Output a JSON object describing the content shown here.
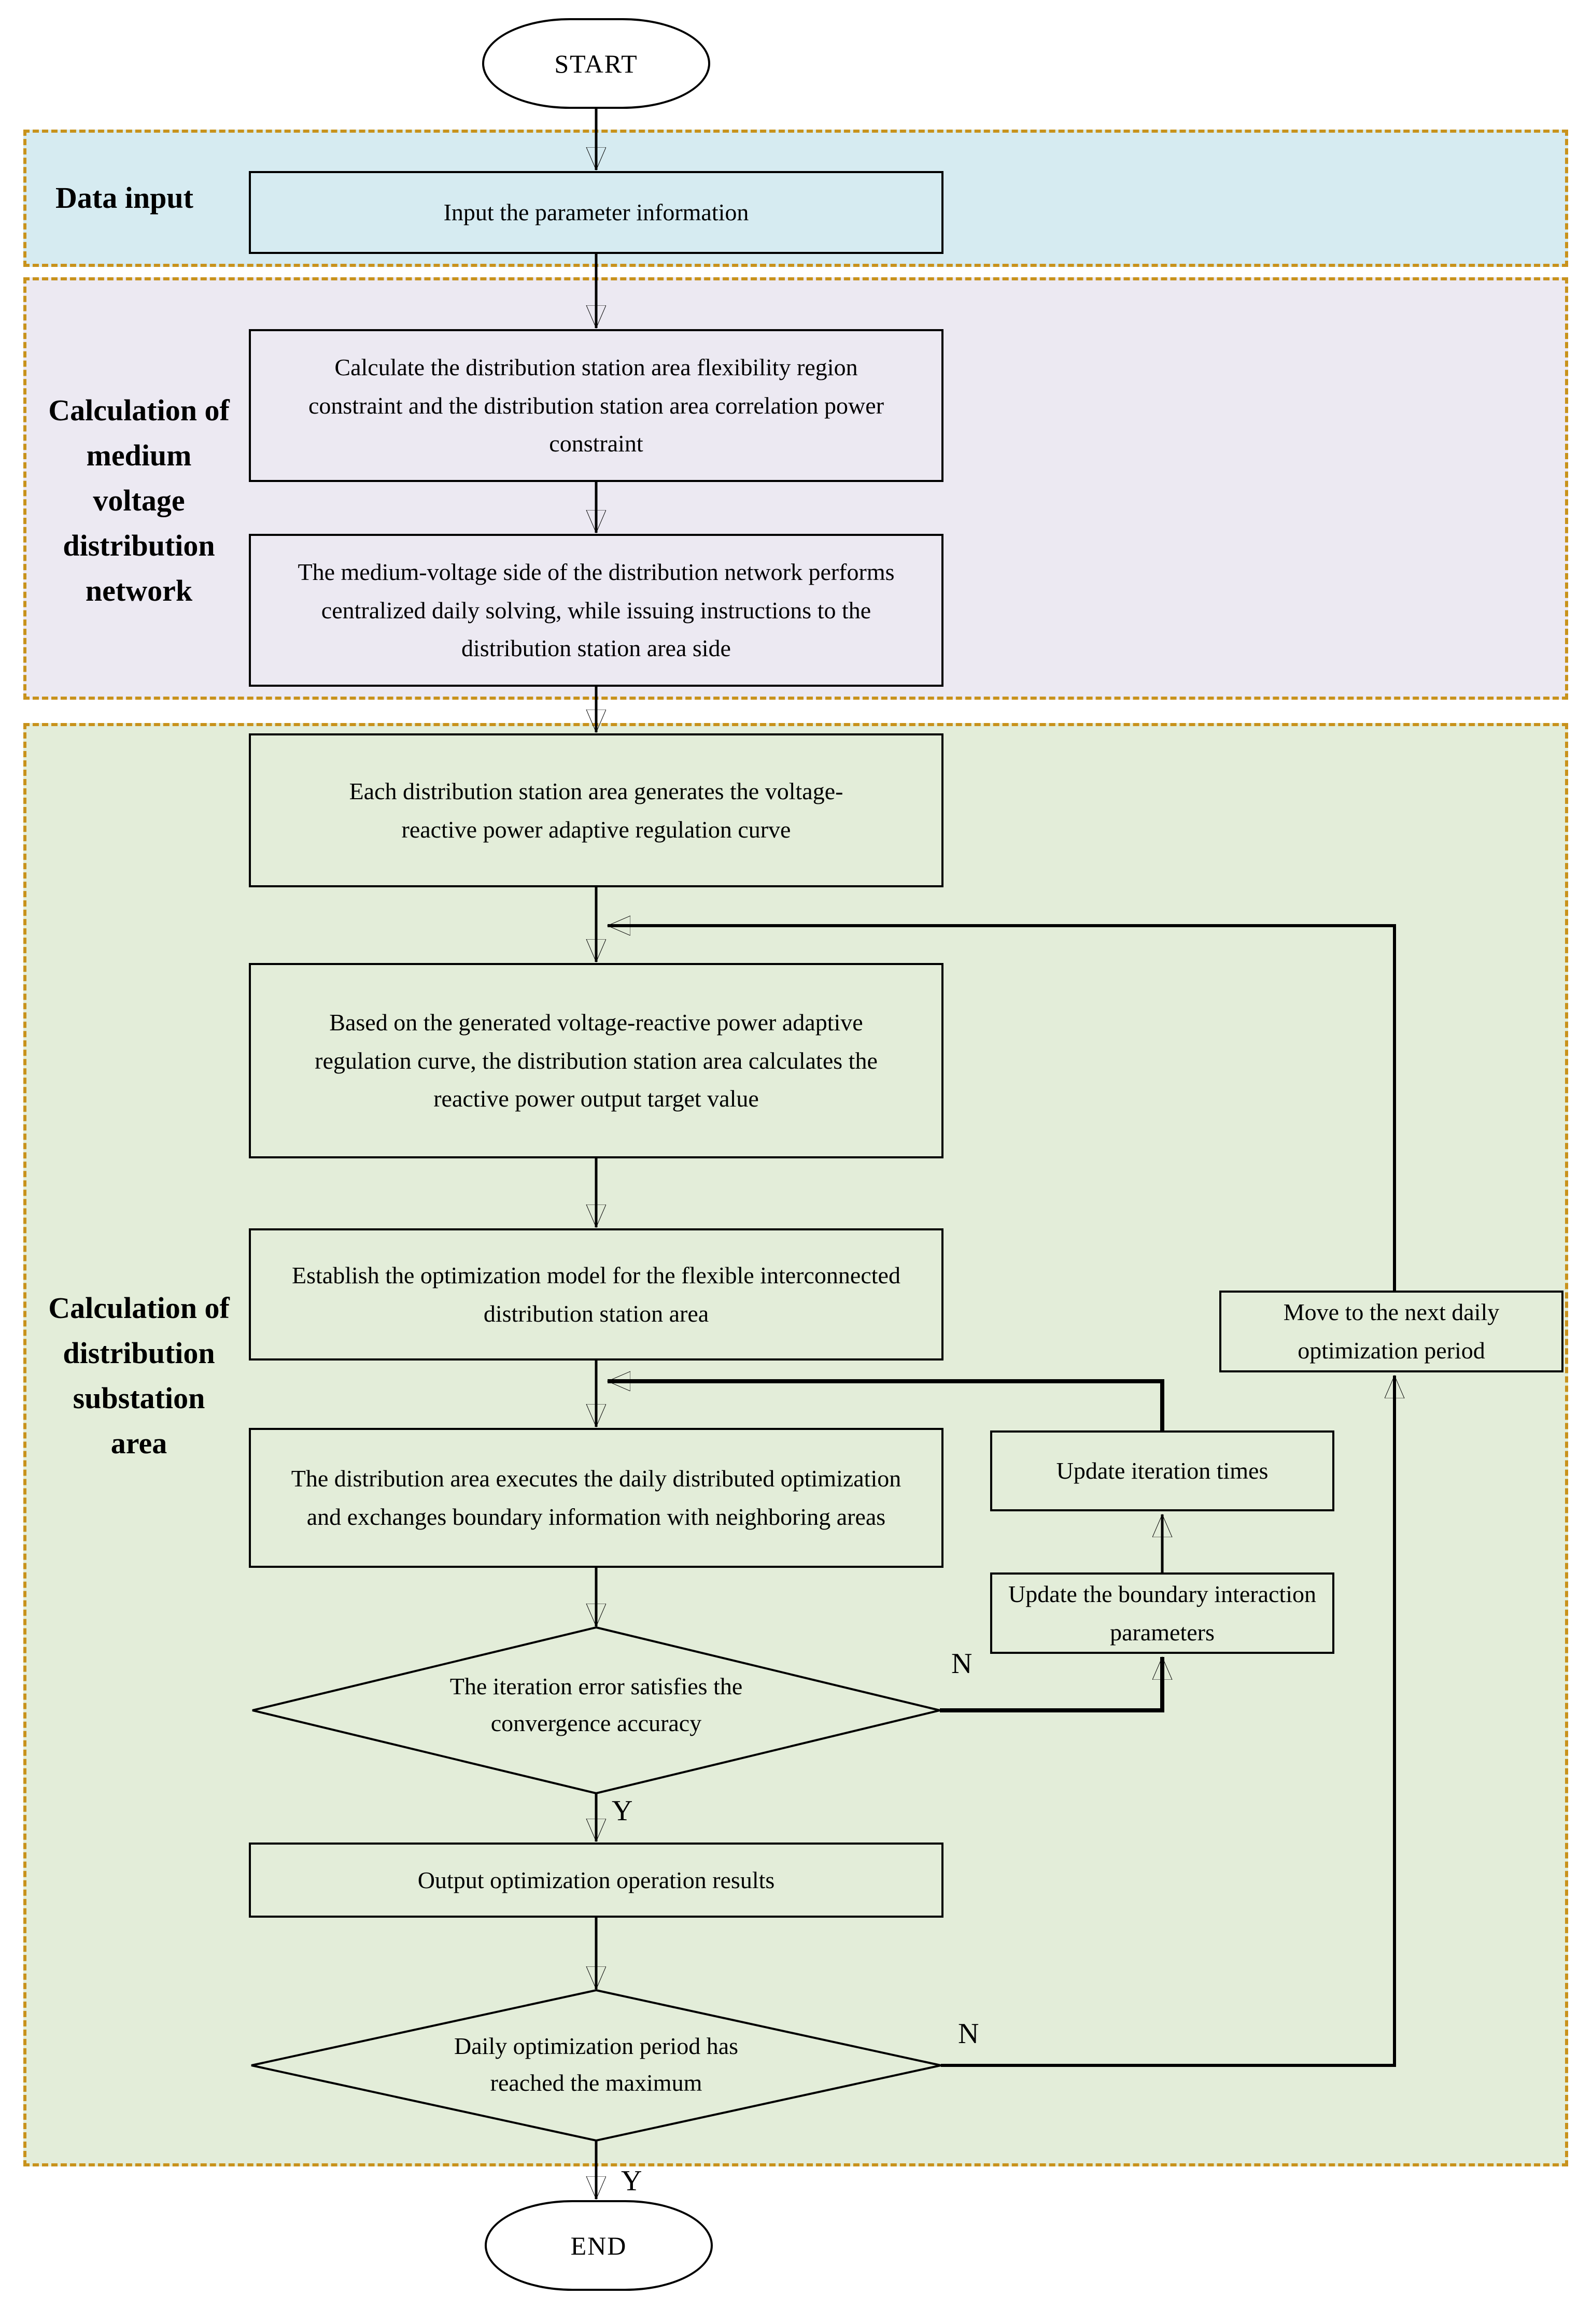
{
  "terminals": {
    "start": "START",
    "end": "END"
  },
  "sections": [
    {
      "label": "Data input"
    },
    {
      "label": "Calculation of medium voltage distribution network"
    },
    {
      "label": "Calculation of distribution substation area"
    }
  ],
  "nodes": {
    "input_params": "Input the parameter information",
    "calc_constraints": "Calculate the distribution station area flexibility region constraint and the distribution station area correlation power constraint",
    "mv_centralized": "The medium-voltage side of the distribution network performs centralized daily solving, while issuing instructions to the distribution station area side",
    "generate_curve": "Each distribution station area generates the voltage-reactive power adaptive regulation curve",
    "calc_target": "Based on the generated voltage-reactive power adaptive regulation curve, the distribution station area calculates the reactive power output target value",
    "establish_model": "Establish the optimization model for the flexible interconnected distribution station area",
    "daily_distributed": "The distribution area executes the daily distributed optimization and exchanges boundary information with neighboring areas",
    "iteration_check": "The iteration error satisfies the convergence accuracy",
    "output_results": "Output optimization operation results",
    "period_check": "Daily optimization period has reached the maximum",
    "update_iteration": "Update iteration times",
    "update_boundary": "Update the boundary interaction parameters",
    "next_period": "Move to the next daily optimization period"
  },
  "branch_labels": {
    "yes": "Y",
    "no": "N"
  },
  "colors": {
    "data_input_bg": "#d6ebf1",
    "mv_network_bg": "#ece9f2",
    "substation_bg": "#e3edd9",
    "section_border": "#c8921c",
    "line": "#000000"
  }
}
